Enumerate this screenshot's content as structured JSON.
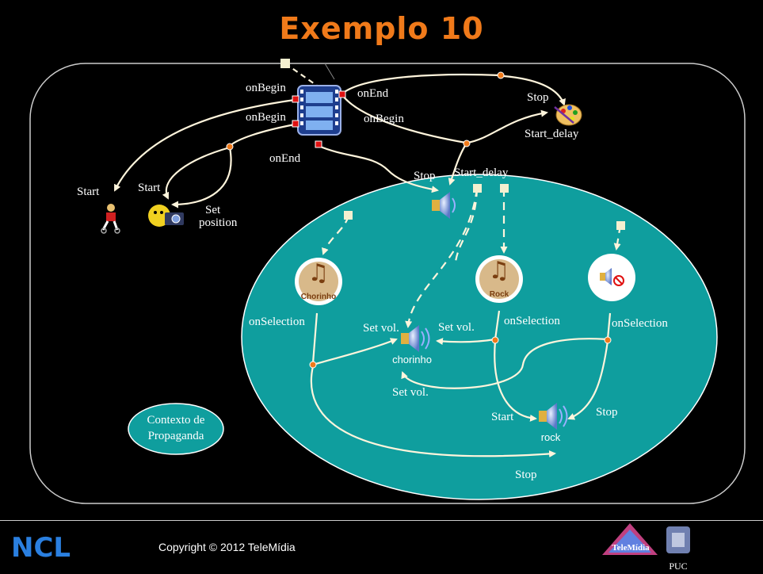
{
  "title": "Exemplo 10",
  "footer": {
    "copyright": "Copyright © 2012 TeleMídia",
    "logo_left": "NCL",
    "logo_telemidia": "TeleMídia",
    "logo_puc": "PUC"
  },
  "labels": {
    "onbegin_1": "onBegin",
    "onbegin_2": "onBegin",
    "onbegin_3": "onBegin",
    "onend_1": "onEnd",
    "onend_2": "onEnd",
    "stop_1": "Stop",
    "stop_2": "Stop",
    "stop_3": "Stop",
    "stop_4": "Stop",
    "start_delay_1": "Start_delay",
    "start_delay_2": "Start_delay",
    "start_1": "Start",
    "start_2": "Start",
    "start_3": "Start",
    "set_position_1": "Set",
    "set_position_2": "position",
    "onselection_1": "onSelection",
    "onselection_2": "onSelection",
    "onselection_3": "onSelection",
    "set_vol_1": "Set vol.",
    "set_vol_2": "Set vol.",
    "set_vol_3": "Set vol.",
    "chorinho": "chorinho",
    "rock": "rock",
    "chorinho_button": "Chorinho",
    "rock_button": "Rock",
    "context_1": "Contexto de",
    "context_2": "Propaganda"
  },
  "colors": {
    "title": "#f07a1a",
    "ellipse": "#0f9e9e",
    "arrow": "#fff5dc",
    "port": "#f5f0d0",
    "anchor": "#e01010",
    "connector": "#f07a1a"
  }
}
